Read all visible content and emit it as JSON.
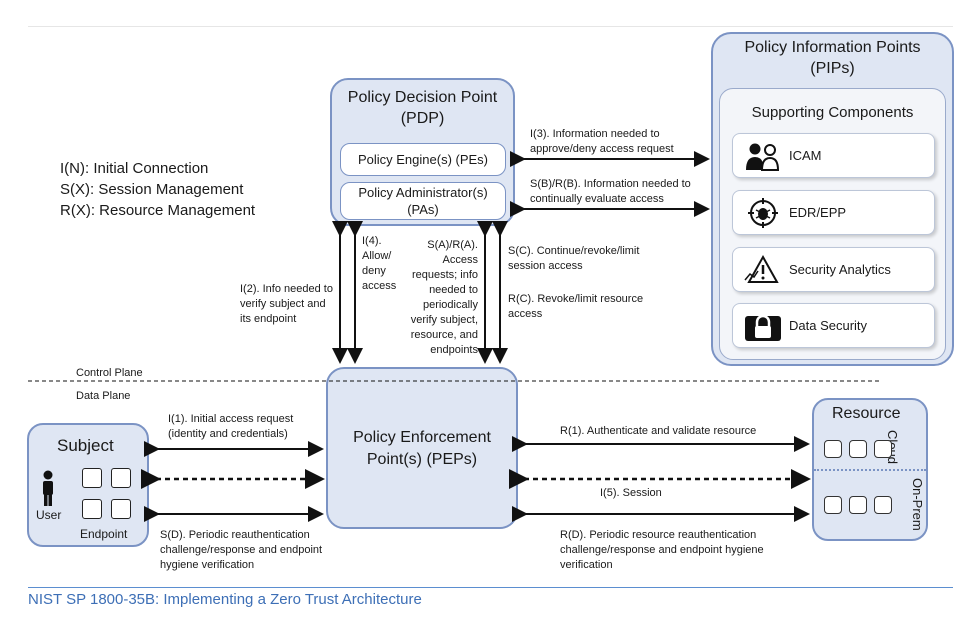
{
  "legend": {
    "initial": "I(N): Initial Connection",
    "session": "S(X): Session Management",
    "resource": "R(X): Resource Management"
  },
  "pdp": {
    "title": "Policy Decision Point (PDP)",
    "engine": "Policy Engine(s) (PEs)",
    "admin": "Policy Administrator(s) (PAs)"
  },
  "pip": {
    "title": "Policy Information Points (PIPs)",
    "supporting": "Supporting Components",
    "items": [
      "ICAM",
      "EDR/EPP",
      "Security Analytics",
      "Data Security"
    ]
  },
  "pep": {
    "title": "Policy Enforcement Point(s) (PEPs)"
  },
  "subject": {
    "title": "Subject",
    "user": "User",
    "endpoint": "Endpoint"
  },
  "resource": {
    "title": "Resource",
    "cloud": "Cloud",
    "onprem": "On-Prem"
  },
  "planes": {
    "control": "Control Plane",
    "data": "Data Plane"
  },
  "flows": {
    "i3": "I(3). Information needed to approve/deny access request",
    "sbrb": "S(B)/R(B). Information needed to continually evaluate access",
    "i2": "I(2). Info needed to verify subject and its endpoint",
    "i4": "I(4). Allow/ deny access",
    "sara": "S(A)/R(A). Access requests; info needed to periodically verify subject, resource, and endpoints",
    "sc": "S(C). Continue/revoke/limit session access",
    "rc": "R(C). Revoke/limit resource access",
    "i1": "I(1). Initial access request (identity and credentials)",
    "r1": "R(1). Authenticate and validate resource",
    "i5": "I(5). Session",
    "sd": "S(D). Periodic reauthentication challenge/response and endpoint hygiene verification",
    "rd": "R(D). Periodic resource reauthentication challenge/response and endpoint hygiene verification"
  },
  "footer": "NIST SP 1800-35B: Implementing a Zero Trust Architecture",
  "colors": {
    "box_fill": "#dfe6f3",
    "box_border": "#7b93c4",
    "footer_text": "#3d6fb6",
    "footer_rule": "#5b8ed0"
  }
}
